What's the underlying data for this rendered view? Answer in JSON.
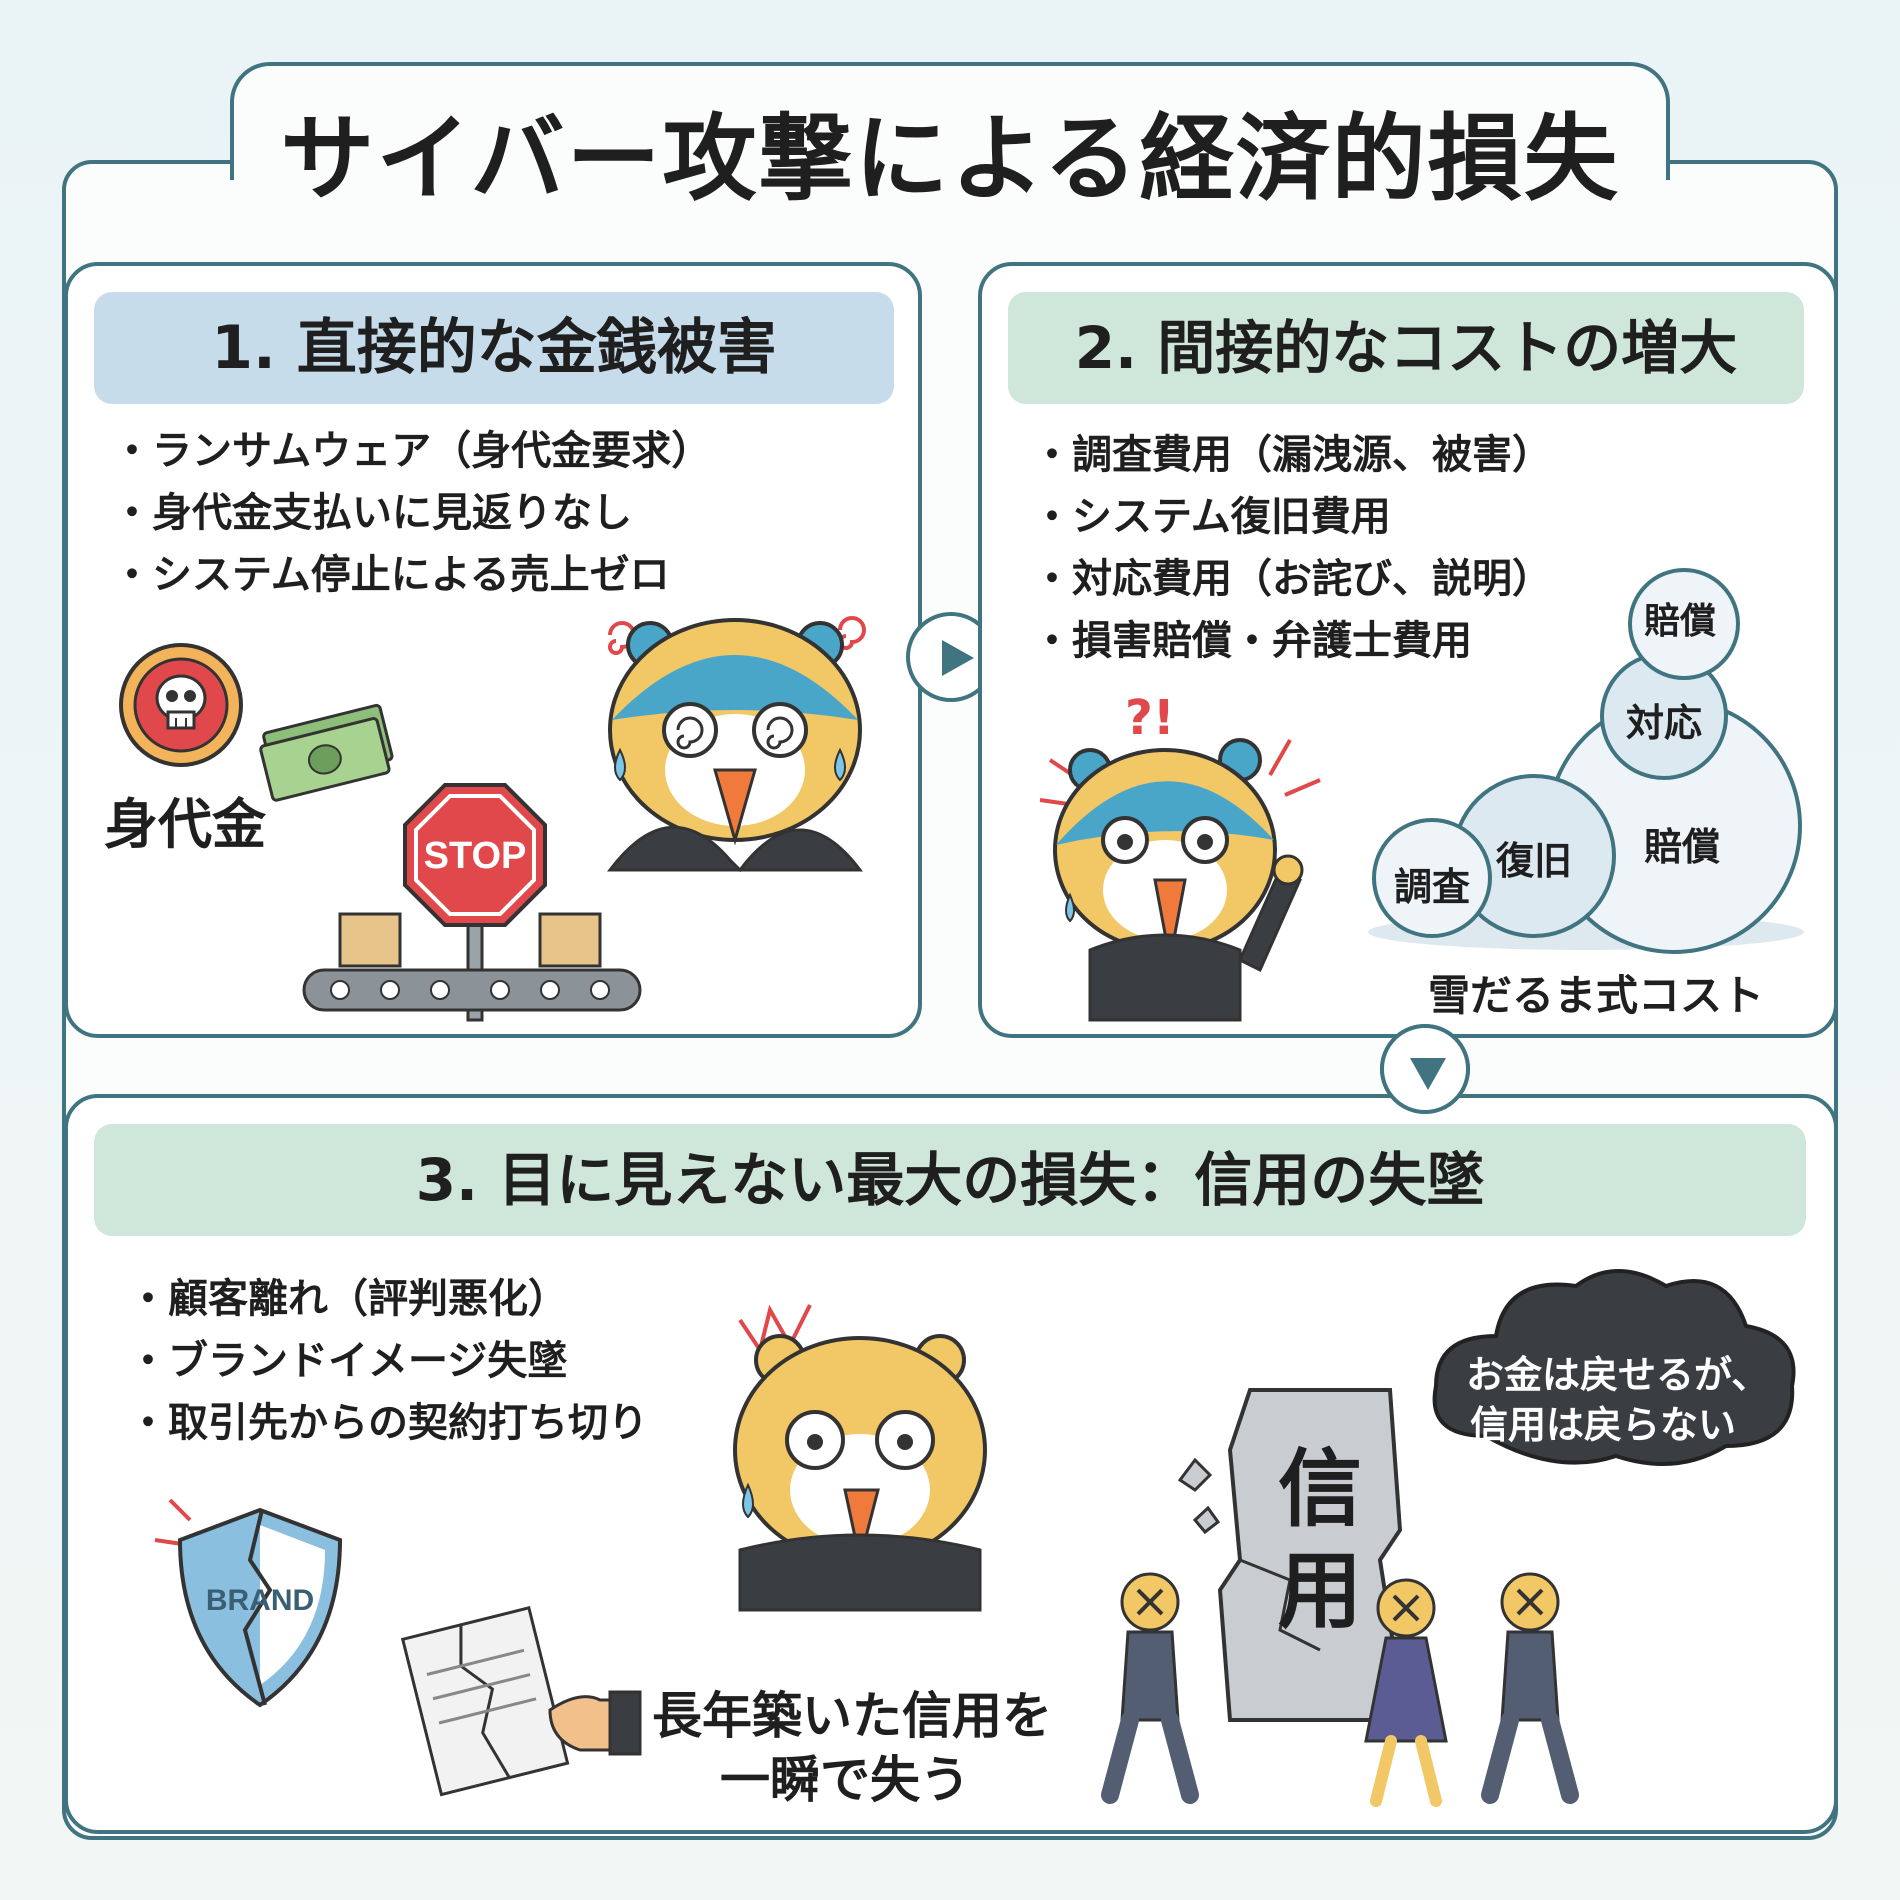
{
  "title": "サイバー攻撃による経済的損失",
  "section1": {
    "heading": "1. 直接的な金銭被害",
    "bullets": [
      "・ランサムウェア（身代金要求）",
      "・身代金支払いに見返りなし",
      "・システム停止による売上ゼロ"
    ],
    "ransom_label": "身代金",
    "stop_sign": "STOP"
  },
  "section2": {
    "heading": "2. 間接的なコストの増大",
    "bullets": [
      "・調査費用（漏洩源、被害）",
      "・システム復旧費用",
      "・対応費用（お詫び、説明）",
      "・損害賠償・弁護士費用"
    ],
    "exclaim": "?!",
    "snowball": {
      "balls": [
        "調査",
        "復旧",
        "賠償",
        "対応",
        "賠償"
      ],
      "caption": "雪だるま式コスト"
    }
  },
  "section3": {
    "heading": "3. 目に見えない最大の損失：信用の失墜",
    "bullets": [
      "・顧客離れ（評判悪化）",
      "・ブランドイメージ失墜",
      "・取引先からの契約打ち切り"
    ],
    "brand": "BRAND",
    "caption_line1": "長年築いた信用を",
    "caption_line2": "一瞬で失う",
    "monument": [
      "信",
      "用"
    ],
    "cloud_line1": "お金は戻せるが、",
    "cloud_line2": "信用は戻らない"
  },
  "colors": {
    "frame": "#3f7480",
    "band_blue": "#c6dcea",
    "band_green": "#cfe6da",
    "hamster_blue": "#4aa6c9",
    "hamster_yellow": "#f2c765",
    "accent_red": "#e0484b"
  }
}
